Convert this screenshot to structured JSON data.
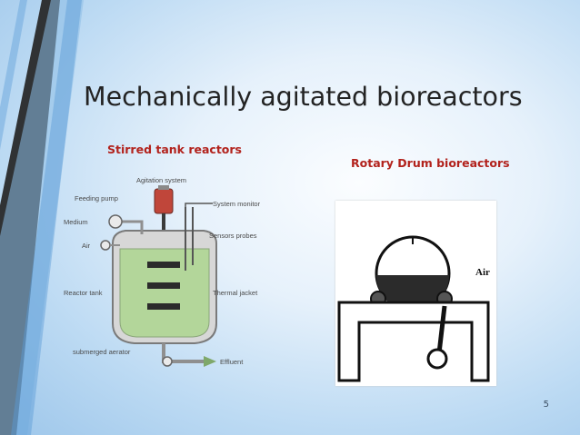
{
  "title": "Mechanically agitated bioreactors",
  "left_figure": {
    "heading": "Stirred tank reactors",
    "labels": {
      "agitation_system": "Agitation system",
      "feeding_pump": "Feeding pump",
      "medium": "Medium",
      "air": "Air",
      "reactor_tank": "Reactor tank",
      "submerged_aerator": "submerged aerator",
      "system_monitor": "System monitor",
      "sensors_probes": "Sensors probes",
      "thermal_jacket": "Thermal jacket",
      "effluent": "Effluent"
    }
  },
  "right_figure": {
    "heading": "Rotary Drum bioreactors",
    "label": "Air"
  },
  "page_number": "5",
  "colors": {
    "accent": "#b2221c",
    "stripe_dark": "#2f3133",
    "stripe_blue": "#8fbfe6",
    "tank_fill": "#b3d69a",
    "tank_border": "#7a7a7a"
  }
}
